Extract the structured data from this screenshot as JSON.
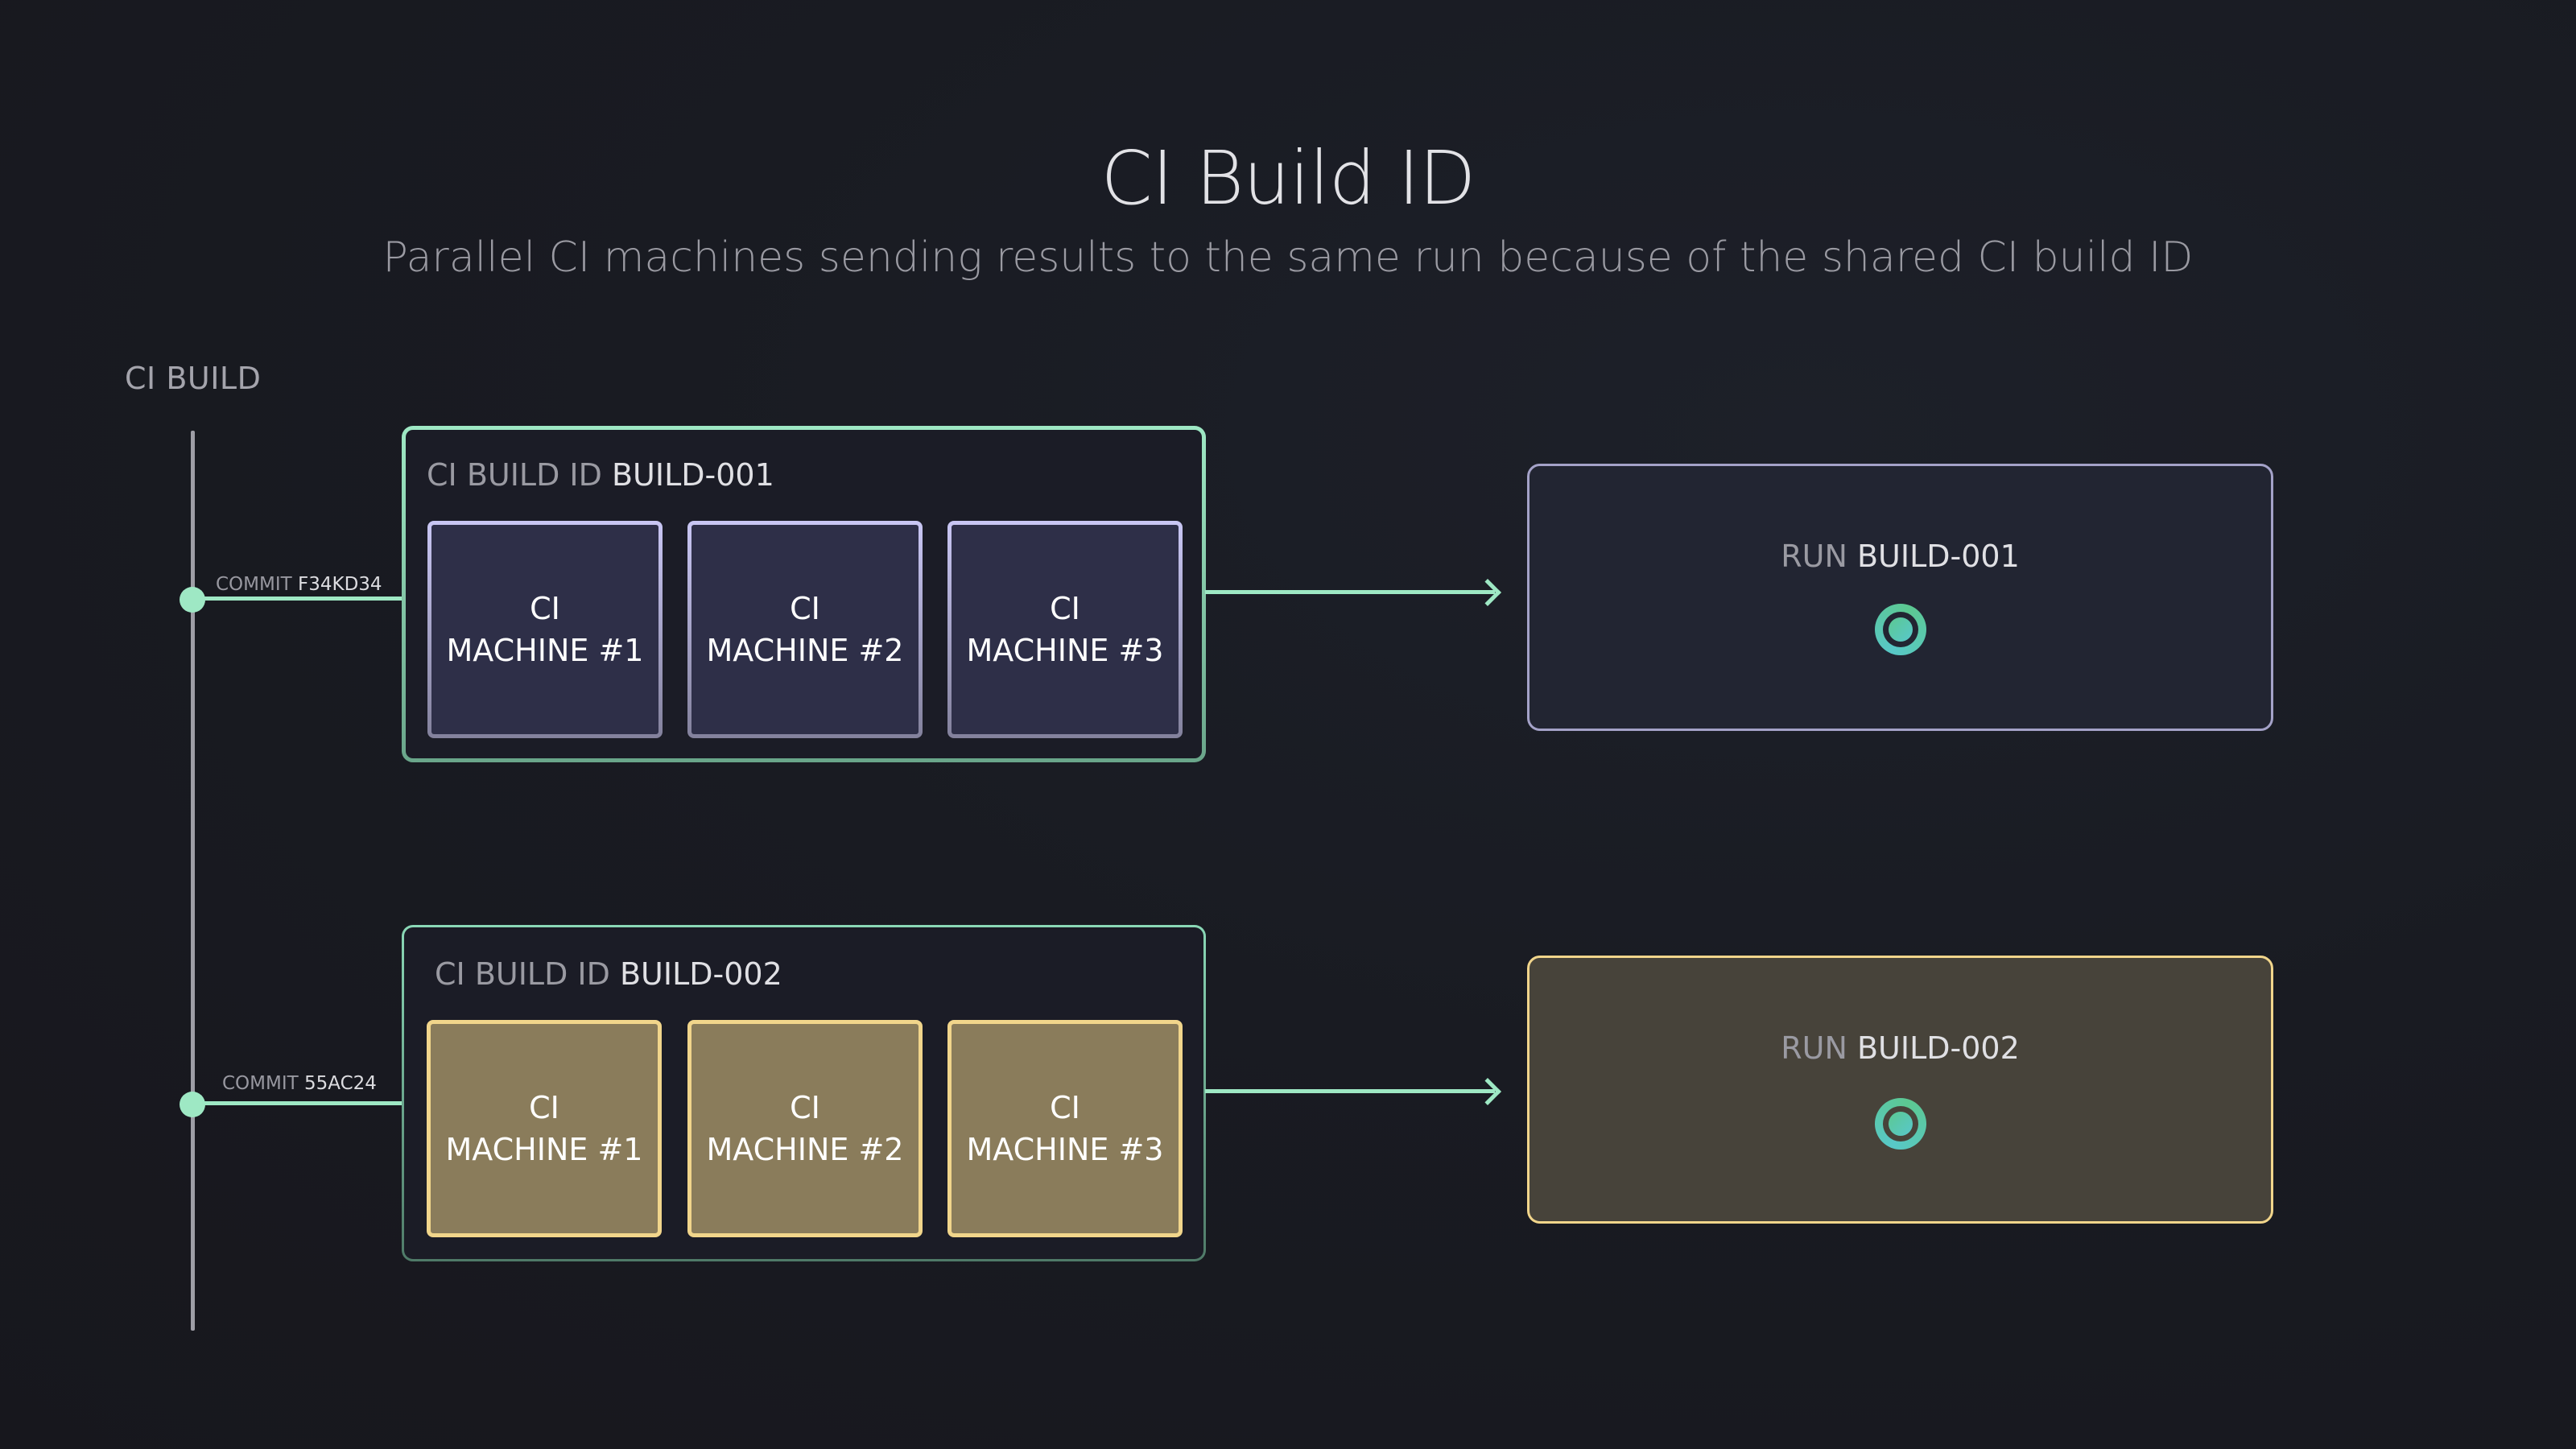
{
  "header": {
    "title": "CI Build ID",
    "subtitle": "Parallel CI machines sending results to the same run because of the shared CI build ID"
  },
  "track": {
    "label": "CI BUILD"
  },
  "builds": [
    {
      "commit_prefix": "COMMIT",
      "commit_hash": "F34KD34",
      "build_prefix": "CI BUILD ID",
      "build_id": "BUILD-001",
      "machines": [
        {
          "line1": "CI",
          "line2": "MACHINE #1"
        },
        {
          "line1": "CI",
          "line2": "MACHINE #2"
        },
        {
          "line1": "CI",
          "line2": "MACHINE #3"
        }
      ],
      "run_prefix": "RUN",
      "run_id": "BUILD-001",
      "run_status_icon": "target-ring-icon"
    },
    {
      "commit_prefix": "COMMIT",
      "commit_hash": "55AC24",
      "build_prefix": "CI BUILD ID",
      "build_id": "BUILD-002",
      "machines": [
        {
          "line1": "CI",
          "line2": "MACHINE #1"
        },
        {
          "line1": "CI",
          "line2": "MACHINE #2"
        },
        {
          "line1": "CI",
          "line2": "MACHINE #3"
        }
      ],
      "run_prefix": "RUN",
      "run_id": "BUILD-002",
      "run_status_icon": "target-ring-icon"
    }
  ],
  "colors": {
    "accent_green": "#9ee8c4",
    "machine_violet_border": "#c9c6f4",
    "machine_gold_border": "#f1d58b",
    "machine_gold_fill": "#8a7c5b"
  }
}
